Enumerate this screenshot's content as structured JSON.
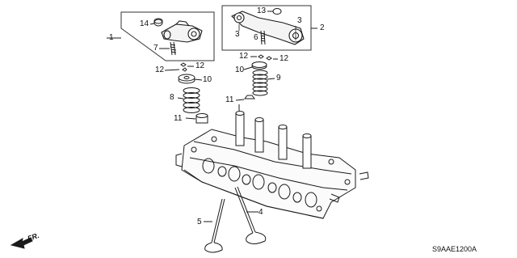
{
  "diagram": {
    "part_code": "S9AAE1200A",
    "direction_label": "FR.",
    "callouts": {
      "p1": "1",
      "p2": "2",
      "p3a": "3",
      "p3b": "3",
      "p4": "4",
      "p5": "5",
      "p6": "6",
      "p7": "7",
      "p8": "8",
      "p9": "9",
      "p10a": "10",
      "p10b": "10",
      "p11a": "11",
      "p11b": "11",
      "p12a": "12",
      "p12b": "12",
      "p12c": "12",
      "p12d": "12",
      "p13": "13",
      "p14": "14"
    }
  }
}
